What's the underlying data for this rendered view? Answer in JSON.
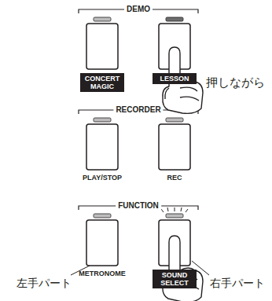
{
  "diagram": {
    "nodes": [
      {
        "text": [
          "CONCERT MAGIC"
        ]
      },
      {
        "text": [
          "LESSON"
        ]
      },
      {
        "text": [
          "SOUND SELECT"
        ]
      }
    ],
    "labels": [
      "DEMO",
      "押しながら",
      "RECORDER",
      "PLAY/STOP",
      "REC",
      "FUNCTION",
      "METRONOME",
      "左手パート",
      "右手パート"
    ]
  }
}
